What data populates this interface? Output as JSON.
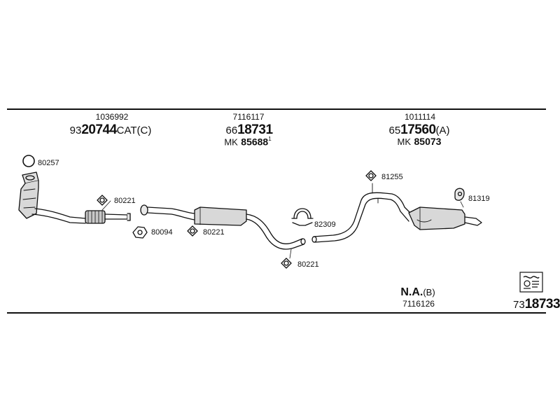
{
  "header_groups": [
    {
      "ref": "1036992",
      "prefix": "93",
      "main": "20744",
      "suffix": "CAT(C)",
      "mk_label": "",
      "mk_value": "",
      "mk_sup": ""
    },
    {
      "ref": "7116117",
      "prefix": "66",
      "main": "18731",
      "suffix": "",
      "mk_label": "MK",
      "mk_value": "85688",
      "mk_sup": "1"
    },
    {
      "ref": "1011114",
      "prefix": "65",
      "main": "17560",
      "suffix": "(A)",
      "mk_label": "MK",
      "mk_value": "85073",
      "mk_sup": ""
    }
  ],
  "parts": {
    "p80257": "80257",
    "p80221_a": "80221",
    "p80094": "80094",
    "p80221_b": "80221",
    "p80221_c": "80221",
    "p82309": "82309",
    "p81255": "81255",
    "p81319": "81319"
  },
  "na": {
    "label": "N.A.",
    "suffix": "(B)",
    "ref": "7116126"
  },
  "catalog": {
    "prefix": "73",
    "main": "18733"
  },
  "colors": {
    "line": "#111111",
    "fill": "#d8d8d8",
    "shade": "#9a9a9a"
  }
}
